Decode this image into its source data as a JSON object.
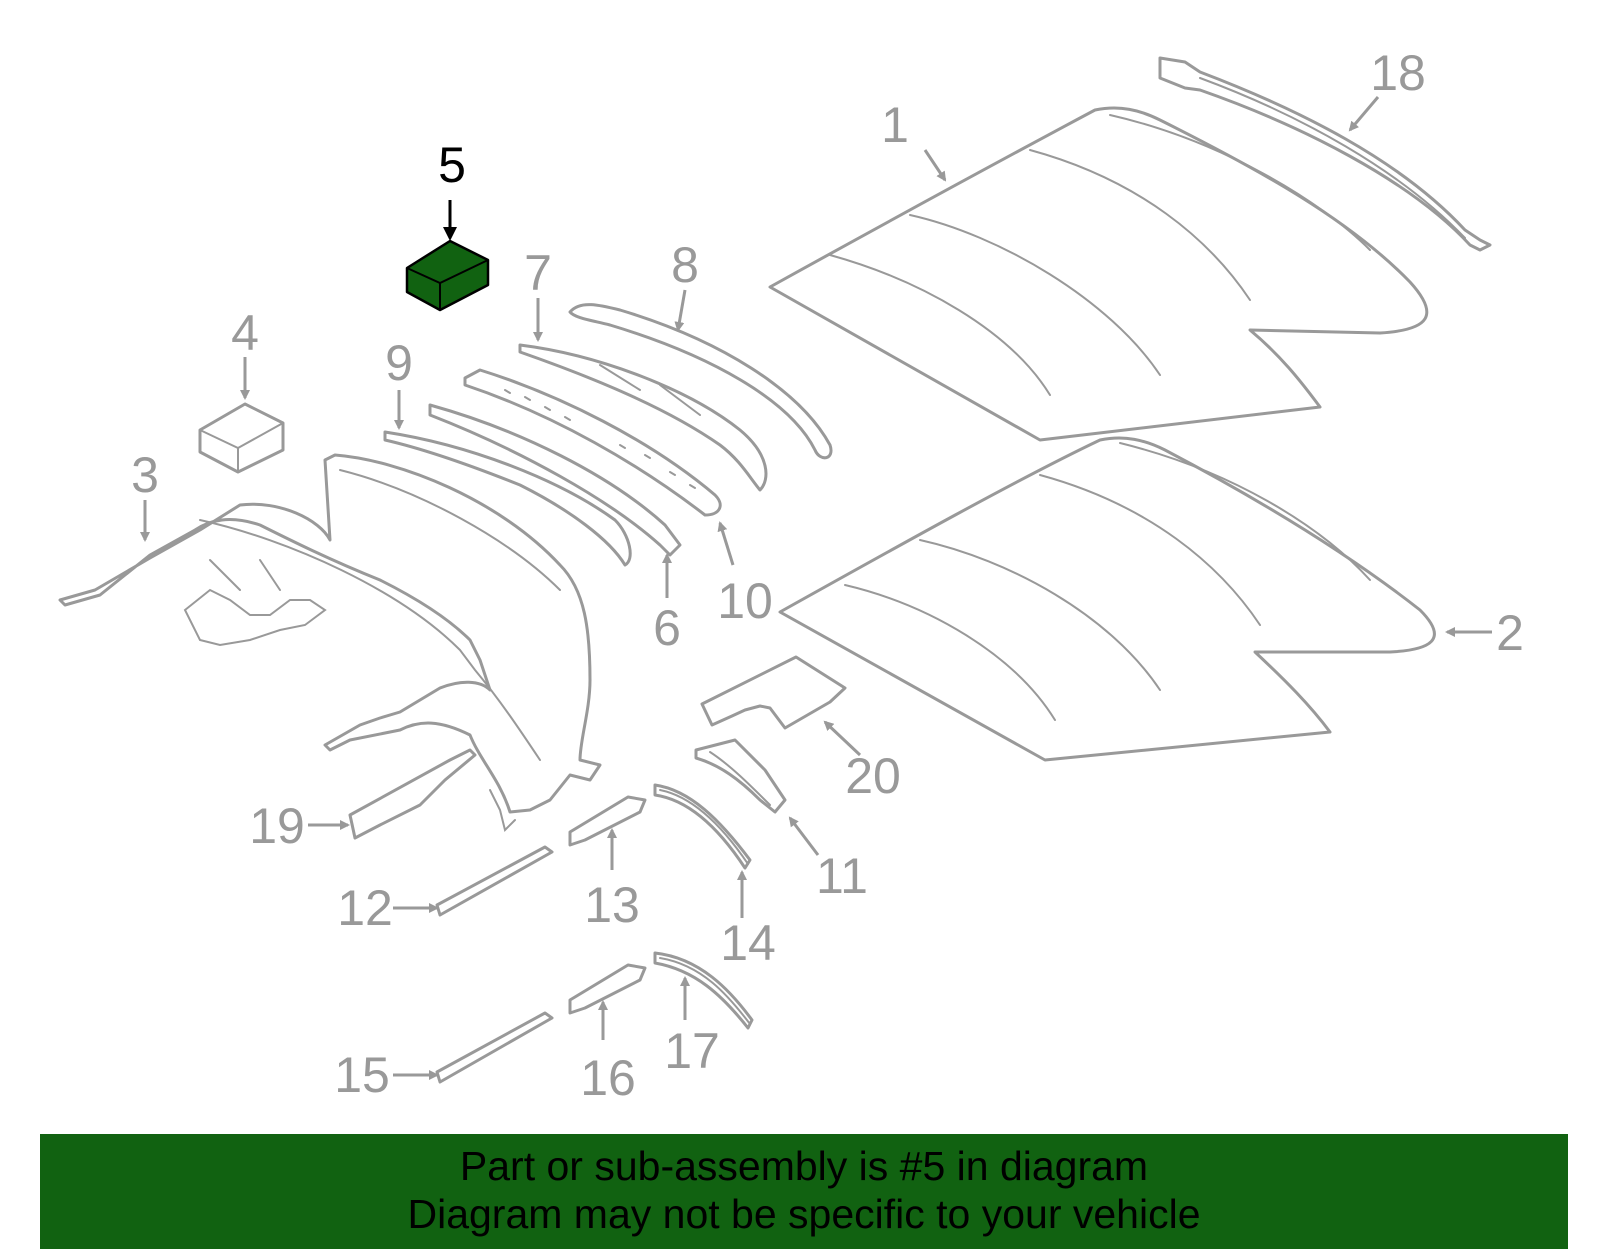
{
  "colors": {
    "highlight": "#116211",
    "parts": "#999999",
    "banner": "#116211"
  },
  "highlighted_part": "5",
  "callouts": [
    "1",
    "2",
    "3",
    "4",
    "5",
    "6",
    "7",
    "8",
    "9",
    "10",
    "11",
    "12",
    "13",
    "14",
    "15",
    "16",
    "17",
    "18",
    "19",
    "20"
  ],
  "banner": {
    "line1": "Part or sub-assembly is #5 in diagram",
    "line2": "Diagram may not be specific to your vehicle"
  }
}
